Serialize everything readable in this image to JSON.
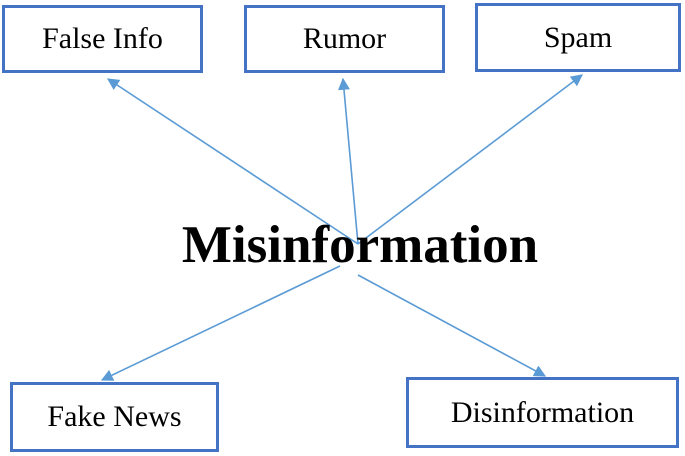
{
  "diagram": {
    "center": {
      "label": "Misinformation"
    },
    "nodes": [
      {
        "id": "false-info",
        "label": "False Info"
      },
      {
        "id": "rumor",
        "label": "Rumor"
      },
      {
        "id": "spam",
        "label": "Spam"
      },
      {
        "id": "fake-news",
        "label": "Fake News"
      },
      {
        "id": "disinformation",
        "label": "Disinformation"
      }
    ],
    "edges": [
      {
        "from": "center",
        "to": "false-info"
      },
      {
        "from": "center",
        "to": "rumor"
      },
      {
        "from": "center",
        "to": "spam"
      },
      {
        "from": "center",
        "to": "fake-news"
      },
      {
        "from": "center",
        "to": "disinformation"
      }
    ],
    "colors": {
      "box_border": "#4472c4",
      "arrow": "#5b9bd5",
      "text": "#000000"
    }
  }
}
